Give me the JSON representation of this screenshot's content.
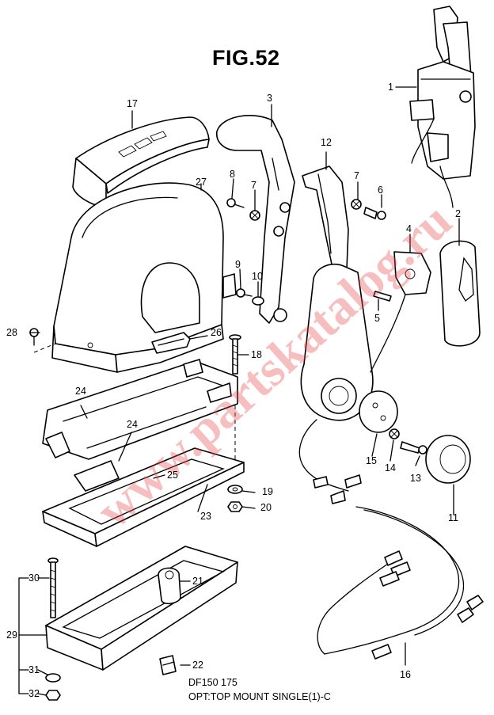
{
  "figure": {
    "title": "FIG.52",
    "model": "DF150 175",
    "option": "OPT:TOP MOUNT SINGLE(1)-C",
    "watermark": "www.partskatalog.ru"
  },
  "callouts": [
    {
      "id": "c1",
      "text": "1"
    },
    {
      "id": "c2",
      "text": "2"
    },
    {
      "id": "c3",
      "text": "3"
    },
    {
      "id": "c4",
      "text": "4"
    },
    {
      "id": "c5",
      "text": "5"
    },
    {
      "id": "c6",
      "text": "6"
    },
    {
      "id": "c7a",
      "text": "7"
    },
    {
      "id": "c7b",
      "text": "7"
    },
    {
      "id": "c8",
      "text": "8"
    },
    {
      "id": "c9",
      "text": "9"
    },
    {
      "id": "c10",
      "text": "10"
    },
    {
      "id": "c11",
      "text": "11"
    },
    {
      "id": "c12",
      "text": "12"
    },
    {
      "id": "c13",
      "text": "13"
    },
    {
      "id": "c14",
      "text": "14"
    },
    {
      "id": "c15",
      "text": "15"
    },
    {
      "id": "c16",
      "text": "16"
    },
    {
      "id": "c17",
      "text": "17"
    },
    {
      "id": "c18",
      "text": "18"
    },
    {
      "id": "c19",
      "text": "19"
    },
    {
      "id": "c20",
      "text": "20"
    },
    {
      "id": "c21",
      "text": "21"
    },
    {
      "id": "c22",
      "text": "22"
    },
    {
      "id": "c23",
      "text": "23"
    },
    {
      "id": "c24a",
      "text": "24"
    },
    {
      "id": "c24b",
      "text": "24"
    },
    {
      "id": "c25",
      "text": "25"
    },
    {
      "id": "c26",
      "text": "26"
    },
    {
      "id": "c27",
      "text": "27"
    },
    {
      "id": "c28",
      "text": "28"
    },
    {
      "id": "c29",
      "text": "29"
    },
    {
      "id": "c30",
      "text": "30"
    },
    {
      "id": "c31",
      "text": "31"
    },
    {
      "id": "c32",
      "text": "32"
    }
  ]
}
